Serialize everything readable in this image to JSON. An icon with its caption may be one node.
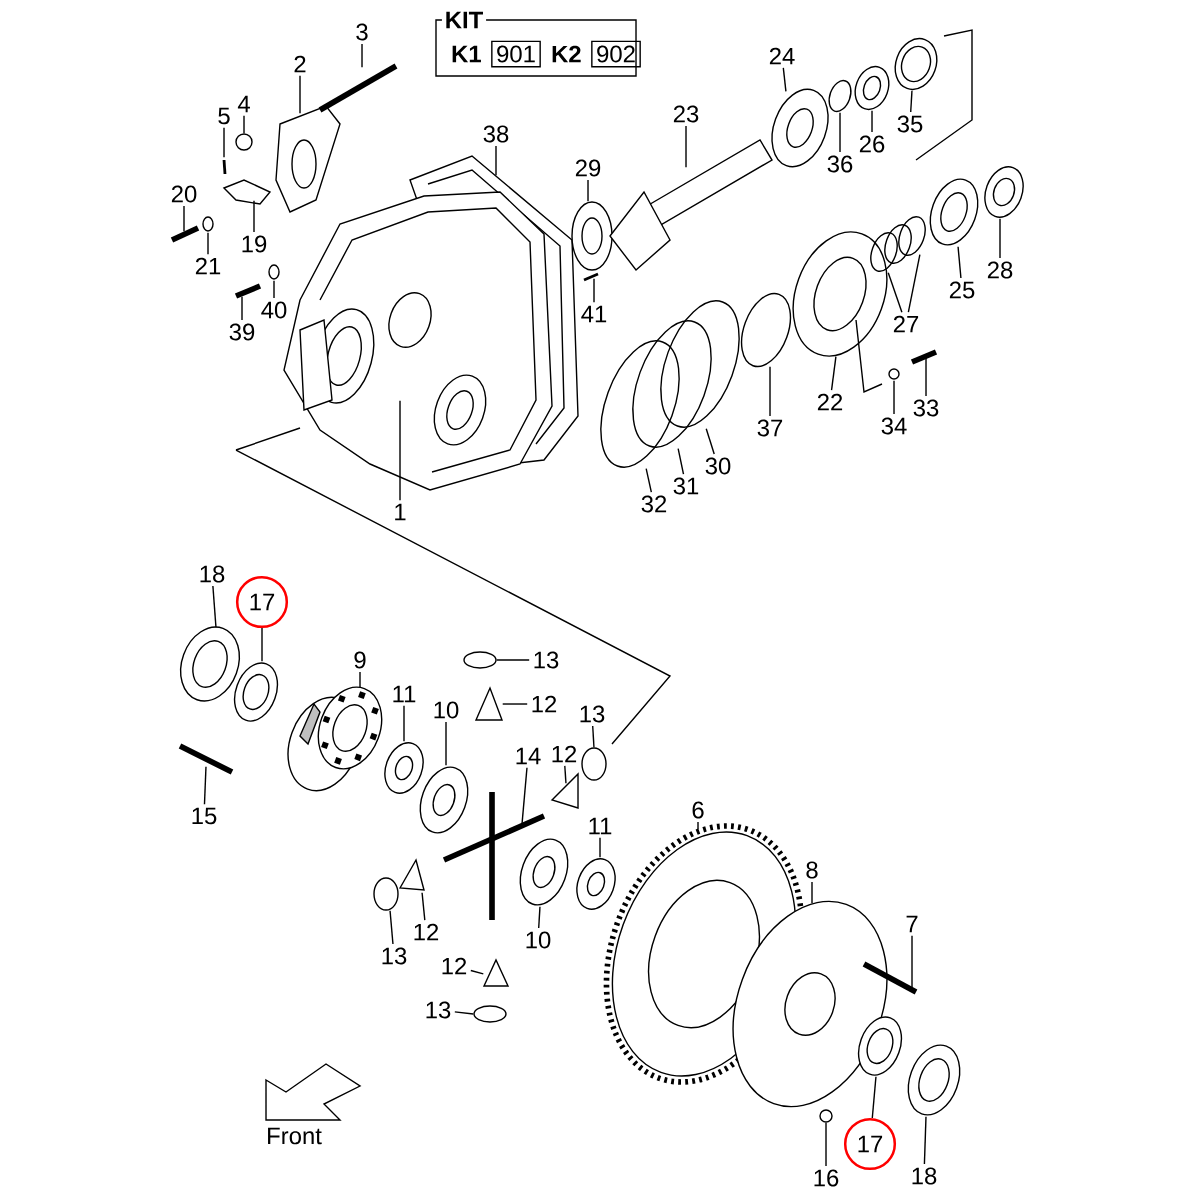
{
  "diagram": {
    "nodes": [
      {
        "text": [
          "KIT"
        ]
      },
      {
        "text": [
          "901"
        ],
        "in": 0,
        "beside": [
          "K1"
        ]
      },
      {
        "text": [
          "902"
        ],
        "in": 0,
        "beside": [
          "K2"
        ]
      },
      {
        "text": [
          "3"
        ]
      },
      {
        "text": [
          "2"
        ]
      },
      {
        "text": [
          "4"
        ]
      },
      {
        "text": [
          "5"
        ]
      },
      {
        "text": [
          "38"
        ]
      },
      {
        "text": [
          "29"
        ]
      },
      {
        "text": [
          "23"
        ]
      },
      {
        "text": [
          "24"
        ]
      },
      {
        "text": [
          "36"
        ]
      },
      {
        "text": [
          "26"
        ]
      },
      {
        "text": [
          "35"
        ]
      },
      {
        "text": [
          "20"
        ]
      },
      {
        "text": [
          "19"
        ]
      },
      {
        "text": [
          "21"
        ]
      },
      {
        "text": [
          "28"
        ]
      },
      {
        "text": [
          "25"
        ]
      },
      {
        "text": [
          "40"
        ]
      },
      {
        "text": [
          "41"
        ]
      },
      {
        "text": [
          "27"
        ]
      },
      {
        "text": [
          "39"
        ]
      },
      {
        "text": [
          "22"
        ]
      },
      {
        "text": [
          "33"
        ]
      },
      {
        "text": [
          "37"
        ]
      },
      {
        "text": [
          "34"
        ]
      },
      {
        "text": [
          "30"
        ]
      },
      {
        "text": [
          "31"
        ]
      },
      {
        "text": [
          "32"
        ]
      },
      {
        "text": [
          "1"
        ]
      },
      {
        "text": [
          "18"
        ]
      },
      {
        "text": [
          "17"
        ]
      },
      {
        "text": [
          "9"
        ]
      },
      {
        "text": [
          "13"
        ]
      },
      {
        "text": [
          "11"
        ]
      },
      {
        "text": [
          "12"
        ]
      },
      {
        "text": [
          "10"
        ]
      },
      {
        "text": [
          "13"
        ]
      },
      {
        "text": [
          "12"
        ]
      },
      {
        "text": [
          "14"
        ]
      },
      {
        "text": [
          "6"
        ]
      },
      {
        "text": [
          "15"
        ]
      },
      {
        "text": [
          "11"
        ]
      },
      {
        "text": [
          "8"
        ]
      },
      {
        "text": [
          "7"
        ]
      },
      {
        "text": [
          "12"
        ]
      },
      {
        "text": [
          "10"
        ]
      },
      {
        "text": [
          "13"
        ]
      },
      {
        "text": [
          "12"
        ]
      },
      {
        "text": [
          "13"
        ]
      },
      {
        "text": [
          "17"
        ]
      },
      {
        "text": [
          "16"
        ]
      },
      {
        "text": [
          "18"
        ]
      },
      {
        "text": [],
        "shape": "picture"
      },
      {
        "text": [],
        "shape": "picture"
      },
      {
        "text": [],
        "shape": "circle"
      },
      {
        "text": [],
        "shape": "picture"
      },
      {
        "text": [],
        "shape": "picture"
      },
      {
        "text": [],
        "shape": "picture"
      },
      {
        "text": [],
        "shape": "picture"
      },
      {
        "text": [],
        "shape": "picture"
      },
      {
        "text": [],
        "shape": "picture"
      },
      {
        "text": [],
        "shape": "picture"
      },
      {
        "text": [],
        "shape": "picture"
      },
      {
        "text": [],
        "shape": "picture"
      },
      {
        "text": [],
        "shape": "picture"
      },
      {
        "text": [],
        "shape": "circle"
      },
      {
        "text": [],
        "shape": "picture"
      },
      {
        "text": [],
        "shape": "picture"
      },
      {
        "text": [],
        "shape": "circle"
      },
      {
        "text": [],
        "shape": "picture"
      },
      {
        "text": [],
        "shape": "picture"
      },
      {
        "text": [],
        "shape": "picture"
      },
      {
        "text": [],
        "shape": "picture"
      },
      {
        "text": [],
        "shape": "picture"
      },
      {
        "text": [],
        "shape": "picture"
      },
      {
        "text": [],
        "shape": "picture"
      },
      {
        "text": [],
        "shape": "circle"
      },
      {
        "text": [],
        "shape": "picture"
      },
      {
        "text": [],
        "shape": "picture"
      },
      {
        "text": [],
        "shape": "picture"
      },
      {
        "text": [],
        "shape": "picture"
      },
      {
        "text": [],
        "shape": "picture"
      },
      {
        "text": [],
        "shape": "picture"
      },
      {
        "text": [],
        "shape": "picture"
      },
      {
        "text": [],
        "shape": "circle"
      },
      {
        "text": [],
        "shape": "picture"
      },
      {
        "text": [],
        "shape": "picture"
      },
      {
        "text": [],
        "shape": "picture"
      },
      {
        "text": [],
        "shape": "circle"
      },
      {
        "text": [],
        "shape": "picture"
      },
      {
        "text": [],
        "shape": "picture"
      },
      {
        "text": [],
        "shape": "picture"
      },
      {
        "text": [],
        "shape": "picture"
      },
      {
        "text": [],
        "shape": "picture"
      },
      {
        "text": [],
        "shape": "picture"
      },
      {
        "text": [],
        "shape": "picture"
      },
      {
        "text": [],
        "shape": "picture"
      },
      {
        "text": [],
        "shape": "picture"
      },
      {
        "text": [],
        "shape": "circle"
      },
      {
        "text": [],
        "shape": "picture"
      },
      {
        "text": [],
        "shape": "circle"
      },
      {
        "text": [],
        "shape": "picture"
      },
      {
        "text": [],
        "shape": "circle"
      },
      {
        "text": [],
        "shape": "picture"
      }
    ],
    "edges": [
      {
        "from": 3,
        "to": 54,
        "arrow": "none"
      },
      {
        "from": 4,
        "to": 55,
        "arrow": "none"
      },
      {
        "from": 5,
        "to": 56,
        "arrow": "none"
      },
      {
        "from": 6,
        "to": 57,
        "arrow": "none"
      },
      {
        "from": 7,
        "to": 58,
        "arrow": "none"
      },
      {
        "from": 8,
        "to": 59,
        "arrow": "none"
      },
      {
        "from": 9,
        "to": 60,
        "arrow": "none"
      },
      {
        "from": 10,
        "to": 61,
        "arrow": "none"
      },
      {
        "from": 11,
        "to": 62,
        "arrow": "none"
      },
      {
        "from": 12,
        "to": 63,
        "arrow": "none"
      },
      {
        "from": 13,
        "to": 64,
        "arrow": "none"
      },
      {
        "from": 14,
        "to": 65,
        "arrow": "none"
      },
      {
        "from": 15,
        "to": 66,
        "arrow": "none"
      },
      {
        "from": 16,
        "to": 67,
        "arrow": "none"
      },
      {
        "from": 17,
        "to": 68,
        "arrow": "none"
      },
      {
        "from": 18,
        "to": 69,
        "arrow": "none"
      },
      {
        "from": 19,
        "to": 70,
        "arrow": "none"
      },
      {
        "from": 20,
        "to": 71,
        "arrow": "none"
      },
      {
        "from": 21,
        "to": 72,
        "arrow": "none"
      },
      {
        "from": 21,
        "to": 73,
        "arrow": "none"
      },
      {
        "from": 22,
        "to": 74,
        "arrow": "none"
      },
      {
        "from": 23,
        "to": 75,
        "arrow": "none"
      },
      {
        "from": 24,
        "to": 76,
        "arrow": "none"
      },
      {
        "from": 25,
        "to": 77,
        "arrow": "none"
      },
      {
        "from": 26,
        "to": 78,
        "arrow": "none"
      },
      {
        "from": 27,
        "to": 79,
        "arrow": "none"
      },
      {
        "from": 28,
        "to": 80,
        "arrow": "none"
      },
      {
        "from": 29,
        "to": 81,
        "arrow": "none"
      },
      {
        "from": 30,
        "to": 82,
        "arrow": "none"
      },
      {
        "from": 31,
        "to": 83,
        "arrow": "none"
      },
      {
        "from": 32,
        "to": 84,
        "arrow": "none"
      },
      {
        "from": 33,
        "to": 85,
        "arrow": "none"
      },
      {
        "from": 34,
        "to": 86,
        "arrow": "none"
      },
      {
        "from": 35,
        "to": 87,
        "arrow": "none"
      },
      {
        "from": 36,
        "to": 88,
        "arrow": "none"
      },
      {
        "from": 37,
        "to": 89,
        "arrow": "none"
      },
      {
        "from": 38,
        "to": 90,
        "arrow": "none"
      },
      {
        "from": 39,
        "to": 91,
        "arrow": "none"
      },
      {
        "from": 40,
        "to": 92,
        "arrow": "none"
      },
      {
        "from": 41,
        "to": 93,
        "arrow": "none"
      },
      {
        "from": 42,
        "to": 94,
        "arrow": "none"
      },
      {
        "from": 43,
        "to": 95,
        "arrow": "none"
      },
      {
        "from": 44,
        "to": 96,
        "arrow": "none"
      },
      {
        "from": 45,
        "to": 97,
        "arrow": "none"
      },
      {
        "from": 46,
        "to": 98,
        "arrow": "none"
      },
      {
        "from": 47,
        "to": 99,
        "arrow": "none"
      },
      {
        "from": 48,
        "to": 100,
        "arrow": "none"
      },
      {
        "from": 49,
        "to": 101,
        "arrow": "none"
      },
      {
        "from": 50,
        "to": 102,
        "arrow": "none"
      },
      {
        "from": 51,
        "to": 103,
        "arrow": "none"
      },
      {
        "from": 52,
        "to": 104,
        "arrow": "none"
      },
      {
        "from": 53,
        "to": 105,
        "arrow": "none"
      }
    ],
    "labels": [
      "Front"
    ]
  }
}
